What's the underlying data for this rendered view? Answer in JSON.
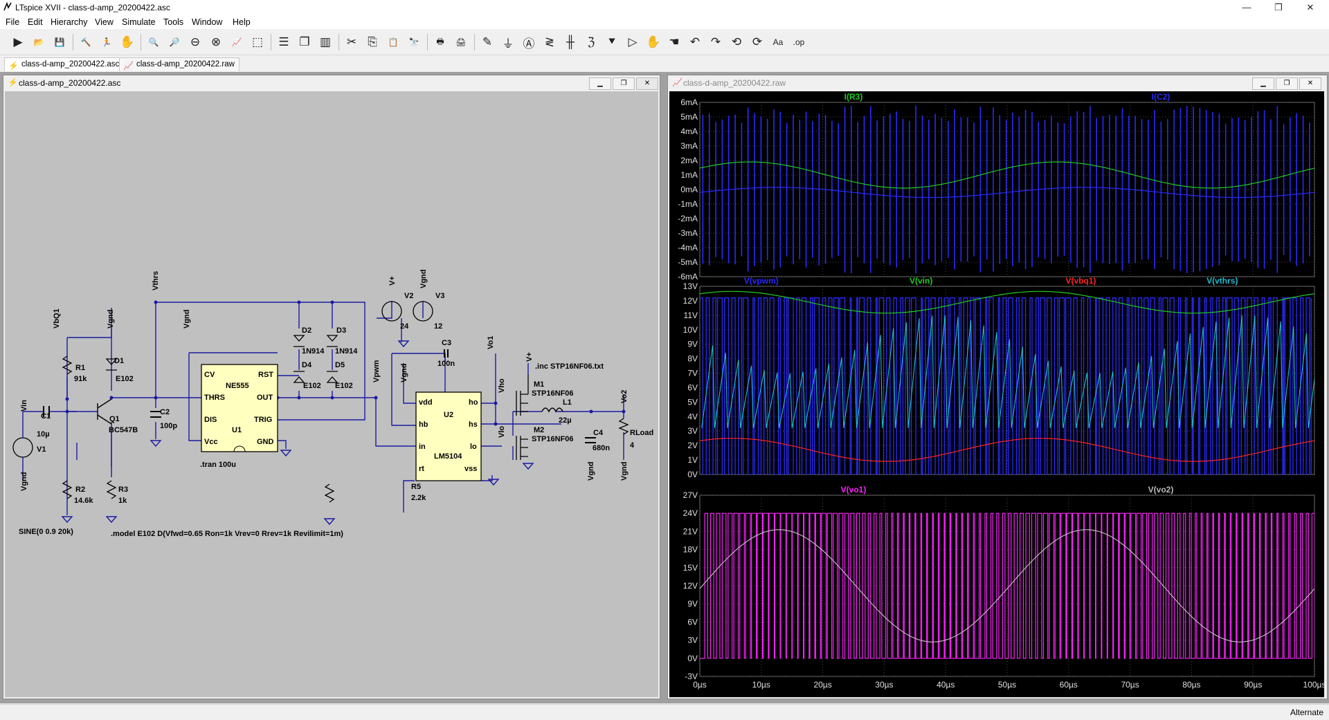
{
  "app": {
    "title": "LTspice XVII - class-d-amp_20200422.asc",
    "window_controls": {
      "minimize": "—",
      "maximize": "❐",
      "close": "✕"
    }
  },
  "menu": [
    "File",
    "Edit",
    "Hierarchy",
    "View",
    "Simulate",
    "Tools",
    "Window",
    "Help"
  ],
  "toolbar": [
    {
      "name": "run-icon",
      "glyph": "▶"
    },
    {
      "name": "open-icon",
      "glyph": "📂"
    },
    {
      "name": "save-icon",
      "glyph": "💾"
    },
    {
      "name": "control-panel-icon",
      "glyph": "🔨"
    },
    {
      "name": "halt-icon",
      "glyph": "🏃"
    },
    {
      "name": "pan-icon",
      "glyph": "✋"
    },
    {
      "name": "zoom-in-icon",
      "glyph": "🔍"
    },
    {
      "name": "zoom-fit-icon",
      "glyph": "🔎"
    },
    {
      "name": "zoom-out-icon",
      "glyph": "⊖"
    },
    {
      "name": "zoom-cancel-icon",
      "glyph": "⊗"
    },
    {
      "name": "autorange-icon",
      "glyph": "📈"
    },
    {
      "name": "measure-icon",
      "glyph": "⬚"
    },
    {
      "name": "tile-horizontal-icon",
      "glyph": "☰"
    },
    {
      "name": "cascade-icon",
      "glyph": "❐"
    },
    {
      "name": "tile-vertical-icon",
      "glyph": "▥"
    },
    {
      "name": "cut-icon",
      "glyph": "✂"
    },
    {
      "name": "copy-icon",
      "glyph": "⎘"
    },
    {
      "name": "paste-icon",
      "glyph": "📋"
    },
    {
      "name": "find-icon",
      "glyph": "🔭"
    },
    {
      "name": "print-icon",
      "glyph": "🖶"
    },
    {
      "name": "print-preview-icon",
      "glyph": "🖨"
    },
    {
      "name": "wire-icon",
      "glyph": "✎"
    },
    {
      "name": "ground-icon",
      "glyph": "⏚"
    },
    {
      "name": "label-net-icon",
      "glyph": "Ⓐ"
    },
    {
      "name": "resistor-icon",
      "glyph": "≷"
    },
    {
      "name": "capacitor-icon",
      "glyph": "╫"
    },
    {
      "name": "inductor-icon",
      "glyph": "ℨ"
    },
    {
      "name": "diode-icon",
      "glyph": "⯆"
    },
    {
      "name": "component-icon",
      "glyph": "▷"
    },
    {
      "name": "move-icon",
      "glyph": "✋"
    },
    {
      "name": "drag-icon",
      "glyph": "☚"
    },
    {
      "name": "undo-icon",
      "glyph": "↶"
    },
    {
      "name": "redo-icon",
      "glyph": "↷"
    },
    {
      "name": "rotate-icon",
      "glyph": "⟲"
    },
    {
      "name": "mirror-icon",
      "glyph": "⟳"
    },
    {
      "name": "text-icon",
      "glyph": "Aa"
    },
    {
      "name": "spice-directive-icon",
      "glyph": ".op"
    }
  ],
  "tabs": [
    {
      "label": "class-d-amp_20200422.asc",
      "icon": "schematic-icon"
    },
    {
      "label": "class-d-amp_20200422.raw",
      "icon": "waveform-icon"
    }
  ],
  "schematic_window": {
    "title": "class-d-amp_20200422.asc"
  },
  "waveform_window": {
    "title": "class-d-amp_20200422.raw"
  },
  "schematic": {
    "labels": {
      "vin": "Vin",
      "vbq1": "VbQ1",
      "vthrs": "Vthrs",
      "vpwm": "Vpwm",
      "vho": "Vho",
      "vlo": "Vlo",
      "vo1": "Vo1",
      "vo2": "Vo2",
      "vplus1": "V+",
      "vplus2": "V+",
      "vgnd": "Vgnd"
    },
    "parts": {
      "c1": "C1",
      "c1v": "10µ",
      "v1": "V1",
      "v1v": "SINE(0 0.9 20k)",
      "r1": "R1",
      "r1v": "91k",
      "r2": "R2",
      "r2v": "14.6k",
      "r3": "R3",
      "r3v": "1k",
      "q1": "Q1",
      "q1v": "BC547B",
      "d1": "D1",
      "d1v": "E102",
      "c2": "C2",
      "c2v": "100p",
      "d2": "D2",
      "d2v": "1N914",
      "d3": "D3",
      "d3v": "1N914",
      "d4": "D4",
      "d4v": "E102",
      "d5": "D5",
      "d5v": "E102",
      "u1": "U1",
      "u1v": "NE555",
      "u1cv": "CV",
      "u1rst": "RST",
      "u1thrs": "THRS",
      "u1out": "OUT",
      "u1dis": "DIS",
      "u1trig": "TRIG",
      "u1vcc": "Vcc",
      "u1gnd": "GND",
      "v2": "V2",
      "v2v": "24",
      "v3": "V3",
      "v3v": "12",
      "c3": "C3",
      "c3v": "100n",
      "u2": "U2",
      "u2v": "LM5104",
      "u2vdd": "vdd",
      "u2ho": "ho",
      "u2hb": "hb",
      "u2hs": "hs",
      "u2in": "in",
      "u2lo": "lo",
      "u2rt": "rt",
      "u2vss": "vss",
      "r5": "R5",
      "r5v": "2.2k",
      "m1": "M1",
      "m1v": "STP16NF06",
      "m2": "M2",
      "m2v": "STP16NF06",
      "l1": "L1",
      "l1v": "22µ",
      "c4": "C4",
      "c4v": "680n",
      "rload": "RLoad",
      "rloadv": "4"
    },
    "directives": {
      "tran": ".tran 100u",
      "inc": ".inc STP16NF06.txt",
      "model": ".model E102 D(Vfwd=0.65 Ron=1k Vrev=0 Rrev=1k Revilimit=1m)"
    }
  },
  "chart_data": [
    {
      "type": "line",
      "xlim": [
        0,
        100
      ],
      "xunit": "µs",
      "xticks": [
        "0µs",
        "10µs",
        "20µs",
        "30µs",
        "40µs",
        "50µs",
        "60µs",
        "70µs",
        "80µs",
        "90µs",
        "100µs"
      ],
      "ylim": [
        -6,
        6
      ],
      "yunit": "mA",
      "yticks": [
        "6mA",
        "5mA",
        "4mA",
        "3mA",
        "2mA",
        "1mA",
        "0mA",
        "-1mA",
        "-2mA",
        "-3mA",
        "-4mA",
        "-5mA",
        "-6mA"
      ],
      "series": [
        {
          "name": "I(R3)",
          "color": "#22cc22"
        },
        {
          "name": "I(C2)",
          "color": "#2a2aff"
        }
      ]
    },
    {
      "type": "line",
      "xlim": [
        0,
        100
      ],
      "ylim": [
        0,
        13
      ],
      "yunit": "V",
      "yticks": [
        "13V",
        "12V",
        "11V",
        "10V",
        "9V",
        "8V",
        "7V",
        "6V",
        "5V",
        "4V",
        "3V",
        "2V",
        "1V",
        "0V"
      ],
      "series": [
        {
          "name": "V(vpwm)",
          "color": "#2a2aff"
        },
        {
          "name": "V(vin)",
          "color": "#22cc22"
        },
        {
          "name": "V(vbq1)",
          "color": "#ff2222"
        },
        {
          "name": "V(vthrs)",
          "color": "#22bbcc"
        }
      ]
    },
    {
      "type": "line",
      "xlim": [
        0,
        100
      ],
      "ylim": [
        -3,
        27
      ],
      "yunit": "V",
      "yticks": [
        "27V",
        "24V",
        "21V",
        "18V",
        "15V",
        "12V",
        "9V",
        "6V",
        "3V",
        "0V",
        "-3V"
      ],
      "series": [
        {
          "name": "V(vo1)",
          "color": "#ff22ff"
        },
        {
          "name": "V(vo2)",
          "color": "#bbbbbb"
        }
      ]
    }
  ],
  "status": {
    "text": "Alternate"
  }
}
